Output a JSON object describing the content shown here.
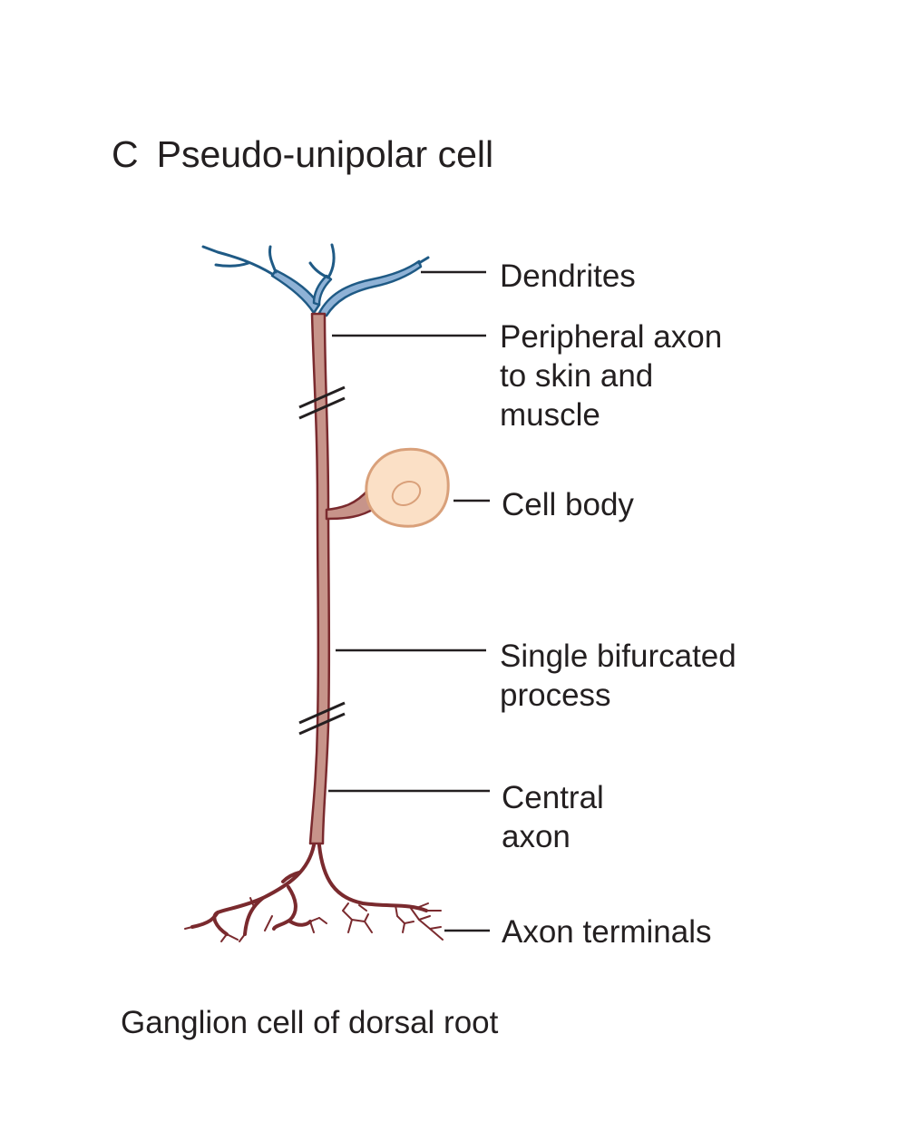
{
  "figure": {
    "panel_letter": "C",
    "title": "Pseudo-unipolar cell",
    "caption": "Ganglion cell of dorsal root"
  },
  "labels": {
    "dendrites": "Dendrites",
    "peripheral_axon": "Peripheral axon\nto skin and\nmuscle",
    "cell_body": "Cell body",
    "single_process": "Single bifurcated\nprocess",
    "central_axon": "Central\naxon",
    "axon_terminals": "Axon terminals"
  },
  "colors": {
    "axon_fill": "#c7948a",
    "axon_stroke": "#7a2a2e",
    "dendrite_fill": "#8fb2d6",
    "dendrite_stroke": "#1f5a85",
    "cell_body_fill": "#fbe0c6",
    "cell_body_stroke": "#d9a07a",
    "leader_line": "#231f20"
  }
}
